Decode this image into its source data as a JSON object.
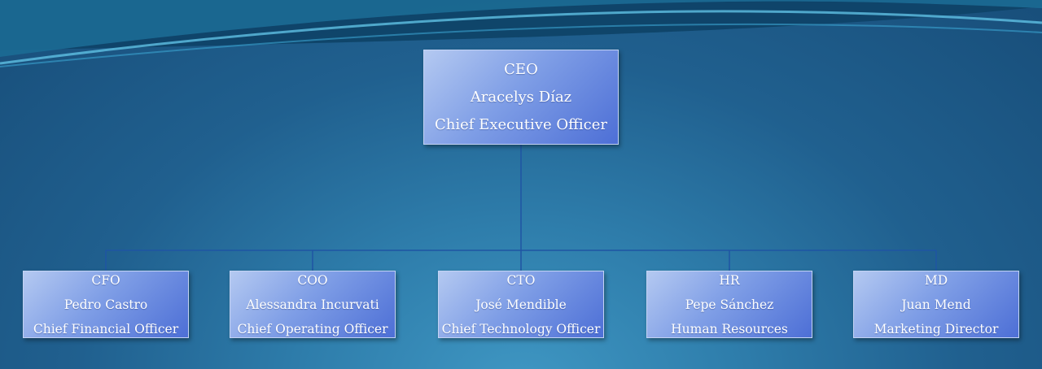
{
  "chart_data": {
    "type": "org-chart",
    "root": {
      "role": "CEO",
      "name": "Aracelys Díaz",
      "title": "Chief Executive Officer"
    },
    "children": [
      {
        "role": "CFO",
        "name": "Pedro Castro",
        "title": "Chief Financial Officer"
      },
      {
        "role": "COO",
        "name": "Alessandra Incurvati",
        "title": "Chief Operating Officer"
      },
      {
        "role": "CTO",
        "name": "José Mendible",
        "title": "Chief Technology Officer"
      },
      {
        "role": "HR",
        "name": "Pepe Sánchez",
        "title": "Human Resources"
      },
      {
        "role": "MD",
        "name": "Juan Mend",
        "title": "Marketing Director"
      }
    ]
  },
  "colors": {
    "node_light": "#b4c9f1",
    "node_dark": "#4d6fd6",
    "connector": "#1f55a3",
    "background": "#2e7dab"
  }
}
